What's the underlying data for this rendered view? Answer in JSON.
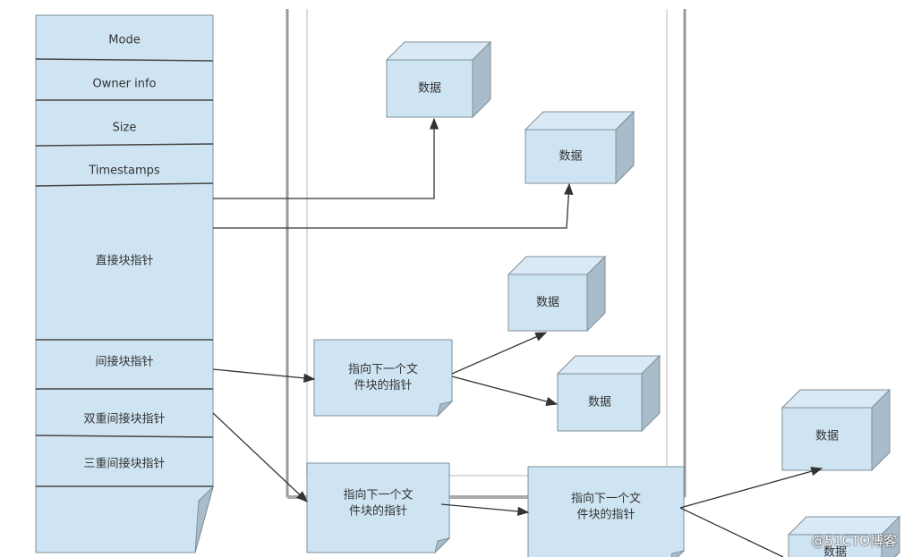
{
  "inode_fields": [
    "Mode",
    "Owner info",
    "Size",
    "Timestamps",
    "直接块指针",
    "间接块指针",
    "双重间接块指针",
    "三重间接块指针"
  ],
  "data_block_label": "数据",
  "pointer_block_label_line1": "指向下一个文",
  "pointer_block_label_line2": "件块的指针",
  "watermark": "@51CTO博客",
  "colors": {
    "block_fill": "#cfe4f3",
    "block_side": "#a9bcc9",
    "stroke": "#7f8f9a",
    "arrow": "#333333"
  }
}
